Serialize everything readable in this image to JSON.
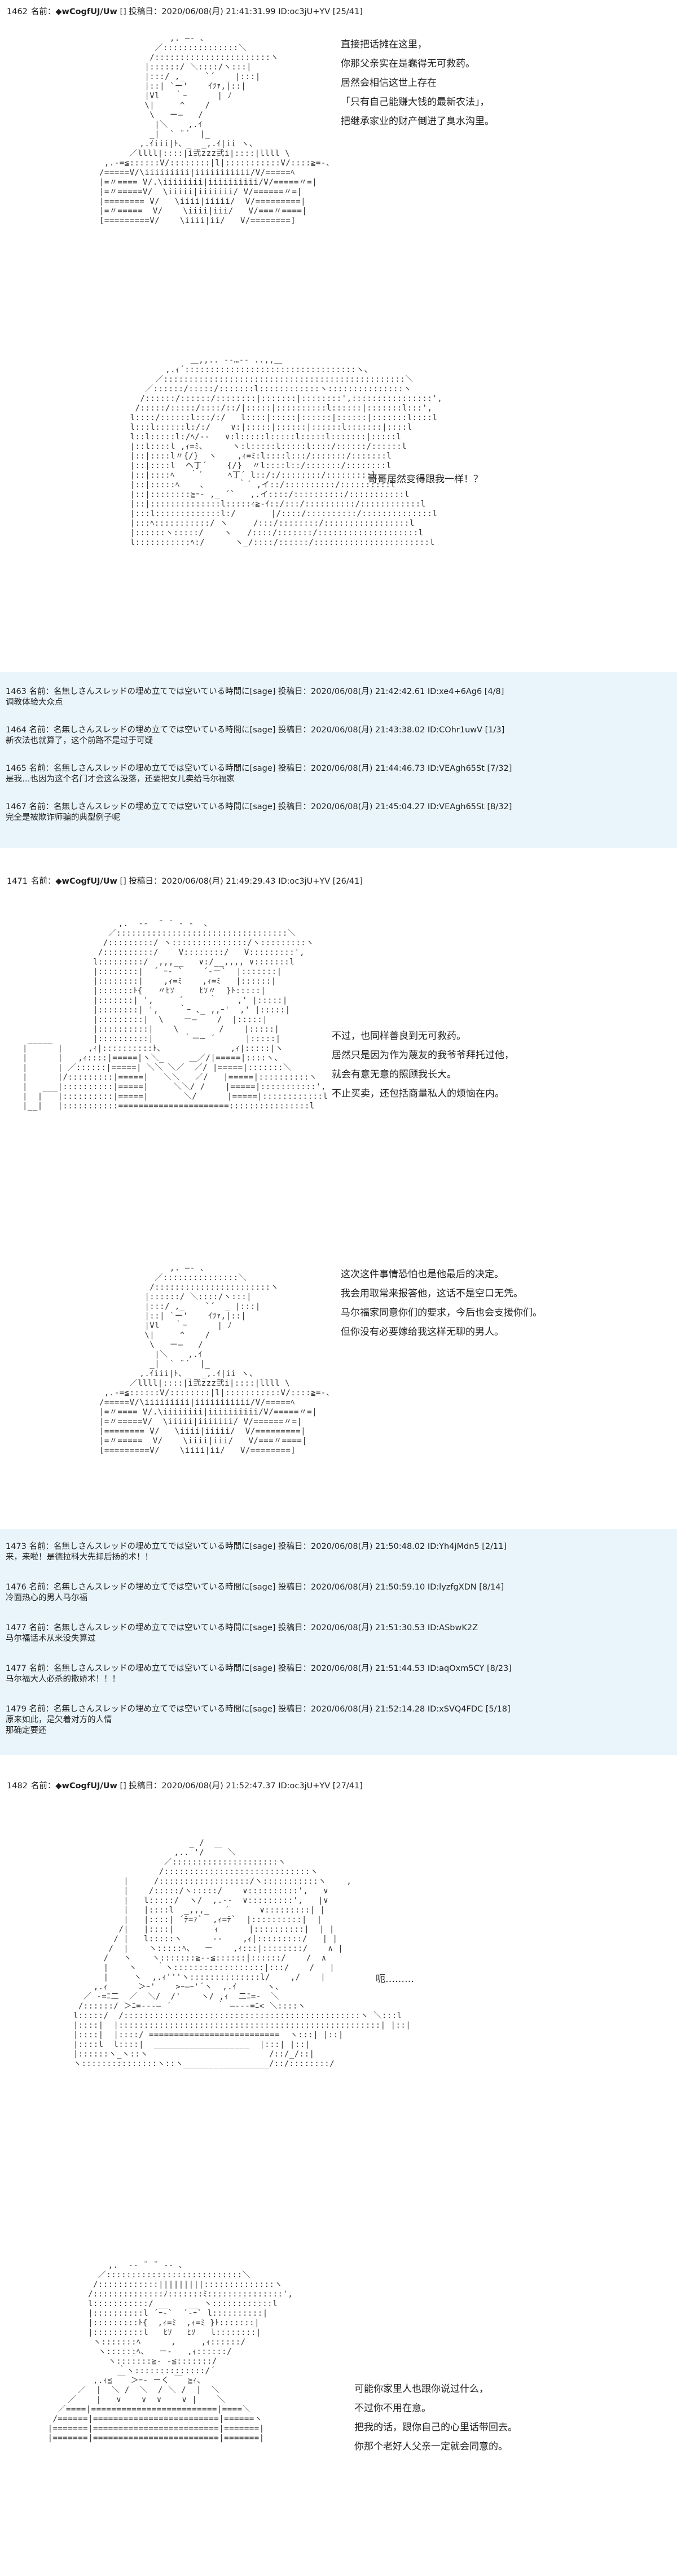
{
  "posts": [
    {
      "header": {
        "num": "1462",
        "label": "名前：",
        "name": "◆wCogfUJ/Uw",
        "meta": "[] 投稿日：2020/06/08(月) 21:41:31.99 ID:oc3jU+YV [25/41]"
      },
      "dialogue": [
        "直接把话摊在这里，",
        "你那父亲实在是蠢得无可救药。",
        "居然会相信这世上存在",
        "「只有自己能赚大钱的最新农法」，",
        "把继承家业的财产倒进了臭水沟里。"
      ],
      "dialogue2": [
        "哥哥居然变得跟我一样！？"
      ]
    },
    {
      "header": {
        "num": "1471",
        "label": "名前：",
        "name": "◆wCogfUJ/Uw",
        "meta": "[] 投稿日：2020/06/08(月) 21:49:29.43 ID:oc3jU+YV [26/41]"
      },
      "dialogue": [
        "不过，也同样善良到无可救药。",
        "居然只是因为作为蔑友的我爷爷拜托过他，",
        "就会有意无意的照顾我长大。",
        "不止买卖，还包括商量私人的烦恼在内。"
      ],
      "dialogue2": [
        "这次这件事情恐怕也是他最后的决定。",
        "我会用取常来报答他，这话不是空口无凭。",
        "马尔福家同意你们的要求，今后也会支援你们。",
        "但你没有必要嫁给我这样无聊的男人。"
      ]
    },
    {
      "header": {
        "num": "1482",
        "label": "名前：",
        "name": "◆wCogfUJ/Uw",
        "meta": "[] 投稿日：2020/06/08(月) 21:52:47.37 ID:oc3jU+YV [27/41]"
      },
      "dialogue": [
        "呃………"
      ],
      "dialogue2": [
        "可能你家里人也跟你说过什么，",
        "不过你不用在意。",
        "把我的话，跟你自己的心里话带回去。",
        "你那个老好人父亲一定就会同意的。"
      ]
    }
  ],
  "replies_1": [
    {
      "head": "1463 名前：名無しさんスレッドの埋め立てでは空いている時間に[sage] 投稿日：2020/06/08(月) 21:42:42.61 ID:xe4+6Ag6 [4/8]",
      "body": "调教体验大众点"
    },
    {
      "head": "1464 名前：名無しさんスレッドの埋め立てでは空いている時間に[sage] 投稿日：2020/06/08(月) 21:43:38.02 ID:COhr1uwV [1/3]",
      "body": "新农法也就算了，这个前路不是过于可疑"
    },
    {
      "head": "1465 名前：名無しさんスレッドの埋め立てでは空いている時間に[sage] 投稿日：2020/06/08(月) 21:44:46.73 ID:VEAgh65St [7/32]",
      "body": "是我…也因为这个名门才会这么没落，还要把女儿卖给马尔福家"
    },
    {
      "head": "1467 名前：名無しさんスレッドの埋め立てでは空いている時間に[sage] 投稿日：2020/06/08(月) 21:45:04.27 ID:VEAgh65St [8/32]",
      "body": "完全是被欺诈师骗的典型例子呢"
    }
  ],
  "replies_2": [
    {
      "head": "1473 名前：名無しさんスレッドの埋め立てでは空いている時間に[sage] 投稿日：2020/06/08(月) 21:50:48.02 ID:Yh4jMdn5 [2/11]",
      "body": "来，来啦！是德拉科大先抑后扬的术！！"
    },
    {
      "head": "1476 名前：名無しさんスレッドの埋め立てでは空いている時間に[sage] 投稿日：2020/06/08(月) 21:50:59.10 ID:lyzfgXDN [8/14]",
      "body": "冷面热心的男人马尔福"
    },
    {
      "head": "1477 名前：名無しさんスレッドの埋め立てでは空いている時間に[sage] 投稿日：2020/06/08(月) 21:51:30.53 ID:ASbwK2Z",
      "body": "马尔福话术从来没失算过"
    },
    {
      "head": "1477 名前：名無しさんスレッドの埋め立てでは空いている時間に[sage] 投稿日：2020/06/08(月) 21:51:44.53 ID:aqOxm5CY [8/23]",
      "body": "马尔福大人必杀的撒娇术！！！"
    },
    {
      "head": "1479 名前：名無しさんスレッドの埋め立てでは空いている時間に[sage] 投稿日：2020/06/08(月) 21:52:14.28 ID:xSVQ4FDC [5/18]",
      "body": "原来如此，是欠着对方的人情",
      "body2": "那确定要还"
    }
  ]
}
